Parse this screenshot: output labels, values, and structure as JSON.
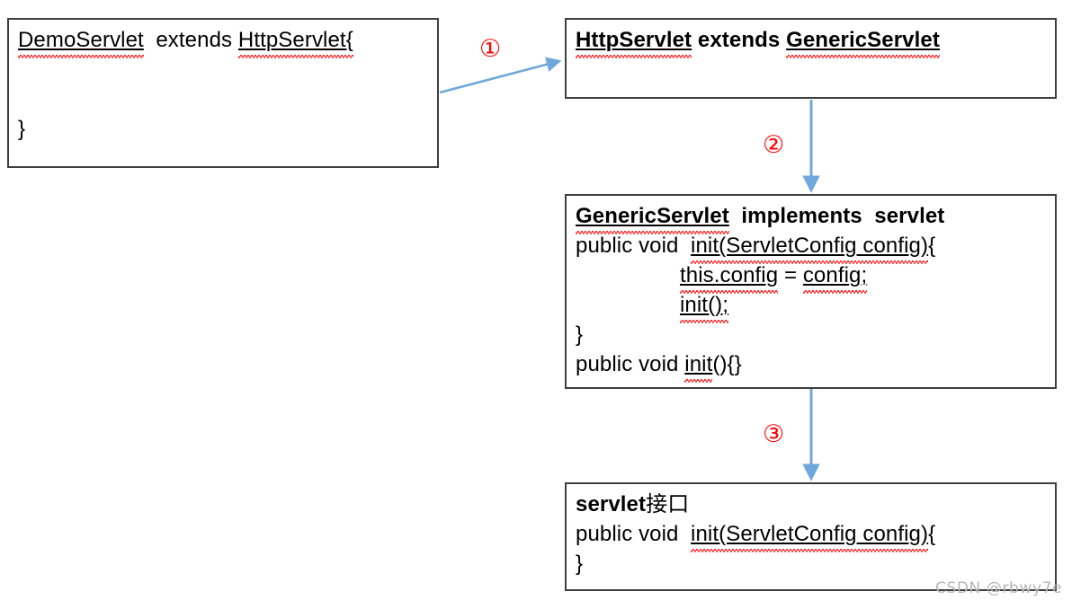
{
  "diagram": {
    "title": "Servlet inheritance chain diagram",
    "accent_arrow_color": "#6fa8dc",
    "marker_color": "#ff0000",
    "box_border_color": "#3f3f3f",
    "spellcheck_underline_color": "#ff2d2d"
  },
  "boxes": [
    {
      "id": "demo-servlet",
      "lines": [
        {
          "segments": [
            {
              "text": "DemoServlet",
              "underline": true,
              "squiggle": true
            },
            {
              "text": "  extends ",
              "underline": false,
              "squiggle": false
            },
            {
              "text": "HttpServlet{",
              "underline": true,
              "squiggle": true
            }
          ]
        },
        {
          "segments": []
        },
        {
          "segments": []
        },
        {
          "segments": [
            {
              "text": "}",
              "underline": false,
              "squiggle": false
            }
          ]
        }
      ]
    },
    {
      "id": "http-servlet",
      "lines": [
        {
          "bold": true,
          "segments": [
            {
              "text": "HttpServlet",
              "underline": true,
              "squiggle": true
            },
            {
              "text": " extends ",
              "underline": false,
              "squiggle": false
            },
            {
              "text": "GenericServlet",
              "underline": true,
              "squiggle": true
            }
          ]
        }
      ]
    },
    {
      "id": "generic-servlet",
      "lines": [
        {
          "bold": true,
          "segments": [
            {
              "text": "GenericServlet",
              "underline": true,
              "squiggle": true
            },
            {
              "text": "  implements  servlet",
              "underline": false,
              "squiggle": false
            }
          ]
        },
        {
          "segments": [
            {
              "text": "public void  ",
              "underline": false,
              "squiggle": false
            },
            {
              "text": "init(ServletConfig config)",
              "underline": true,
              "squiggle": true
            },
            {
              "text": "{",
              "underline": false,
              "squiggle": false
            }
          ]
        },
        {
          "indent": true,
          "segments": [
            {
              "text": "this.config",
              "underline": true,
              "squiggle": true
            },
            {
              "text": " = ",
              "underline": false,
              "squiggle": false
            },
            {
              "text": "config;",
              "underline": true,
              "squiggle": true
            }
          ]
        },
        {
          "indent": true,
          "segments": [
            {
              "text": "init();",
              "underline": true,
              "squiggle": true
            }
          ]
        },
        {
          "segments": [
            {
              "text": "}",
              "underline": false,
              "squiggle": false
            }
          ]
        },
        {
          "segments": [
            {
              "text": "public void ",
              "underline": false,
              "squiggle": false
            },
            {
              "text": "init",
              "underline": true,
              "squiggle": true
            },
            {
              "text": "(){}",
              "underline": false,
              "squiggle": false
            }
          ]
        }
      ]
    },
    {
      "id": "servlet-iface",
      "lines": [
        {
          "segments": [
            {
              "text": "servlet",
              "bold": true,
              "underline": false,
              "squiggle": false
            },
            {
              "text": "接口",
              "bold": false,
              "underline": false,
              "squiggle": false
            }
          ]
        },
        {
          "segments": [
            {
              "text": "public void  ",
              "underline": false,
              "squiggle": false
            },
            {
              "text": "init(ServletConfig config)",
              "underline": true,
              "squiggle": true
            },
            {
              "text": "{",
              "underline": false,
              "squiggle": false
            }
          ]
        },
        {
          "segments": [
            {
              "text": "}",
              "underline": false,
              "squiggle": false
            }
          ]
        }
      ]
    }
  ],
  "markers": [
    {
      "id": "marker-1",
      "label": "①"
    },
    {
      "id": "marker-2",
      "label": "②"
    },
    {
      "id": "marker-3",
      "label": "③"
    }
  ],
  "watermark": {
    "text": "CSDN @rbwy7e"
  }
}
